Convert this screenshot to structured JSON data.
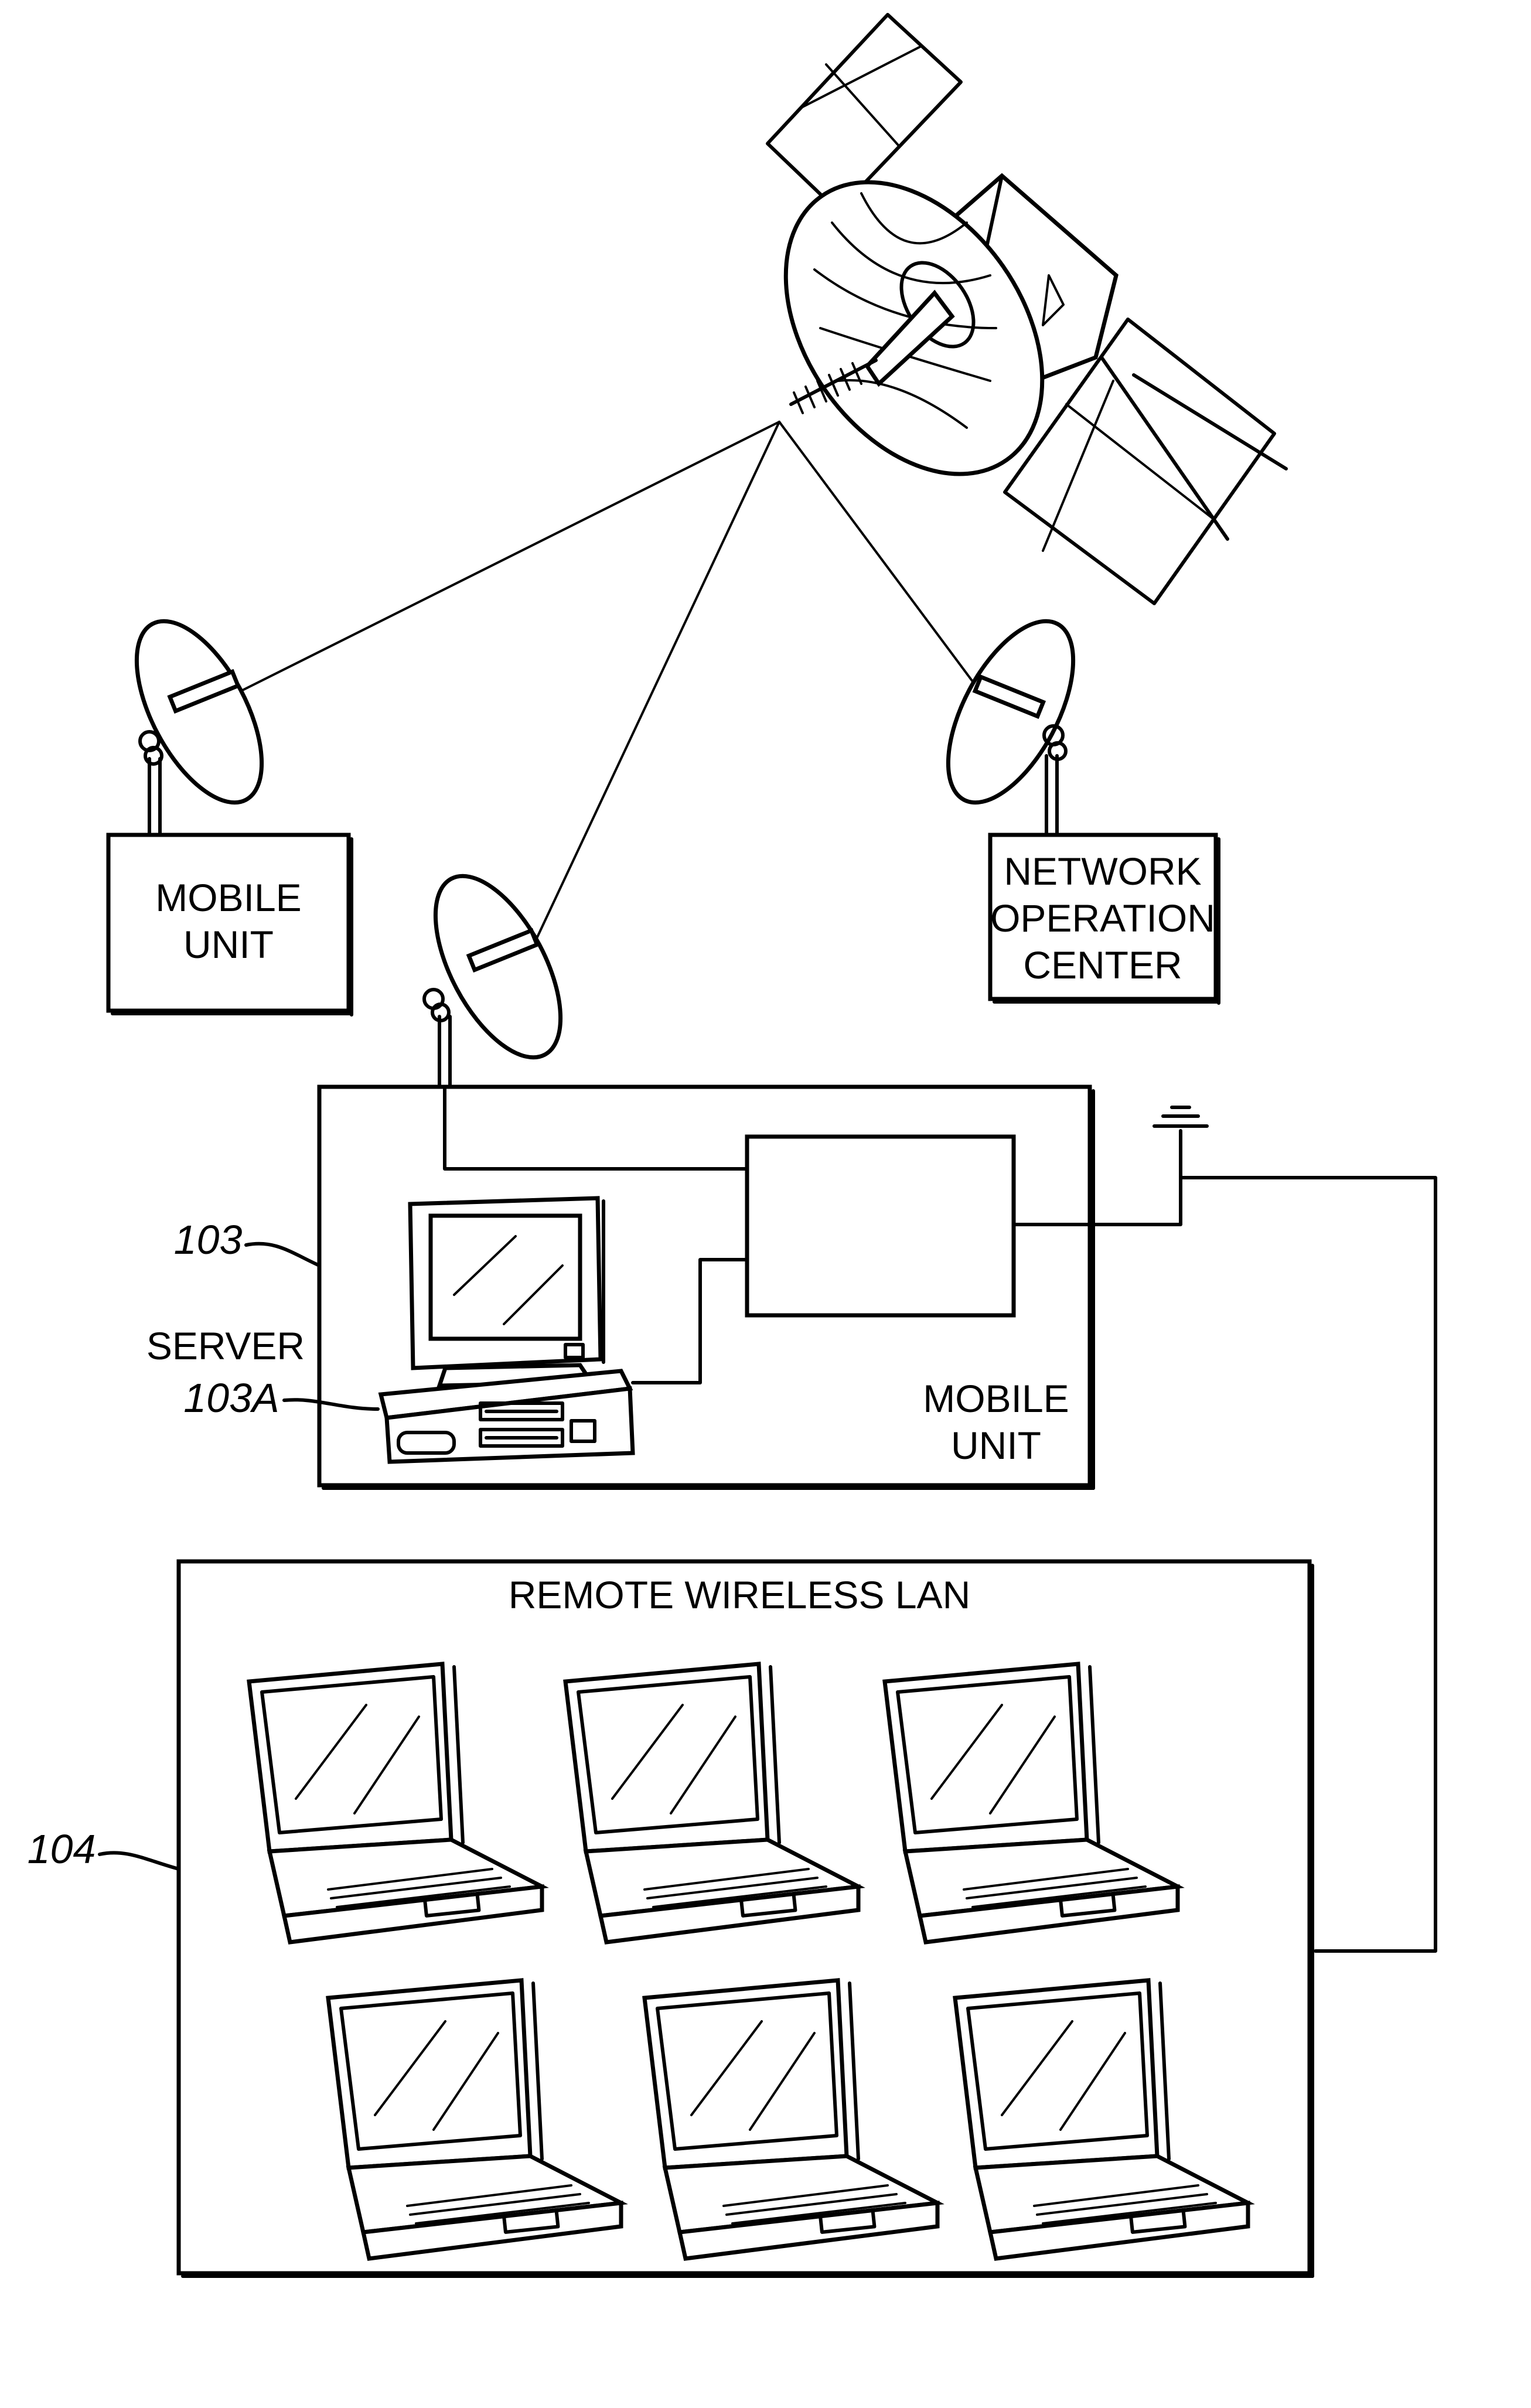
{
  "labels": {
    "mobile_unit_top": [
      "MOBILE",
      "UNIT"
    ],
    "network_operation_center": [
      "NETWORK",
      "OPERATION",
      "CENTER"
    ],
    "mobile_unit_bottom": [
      "MOBILE",
      "UNIT"
    ],
    "server": "SERVER",
    "remote_wireless_lan": "REMOTE WIRELESS LAN"
  },
  "refs": {
    "mobile_unit": "103",
    "server": "103A",
    "lan": "104"
  },
  "laptop_count": 6
}
